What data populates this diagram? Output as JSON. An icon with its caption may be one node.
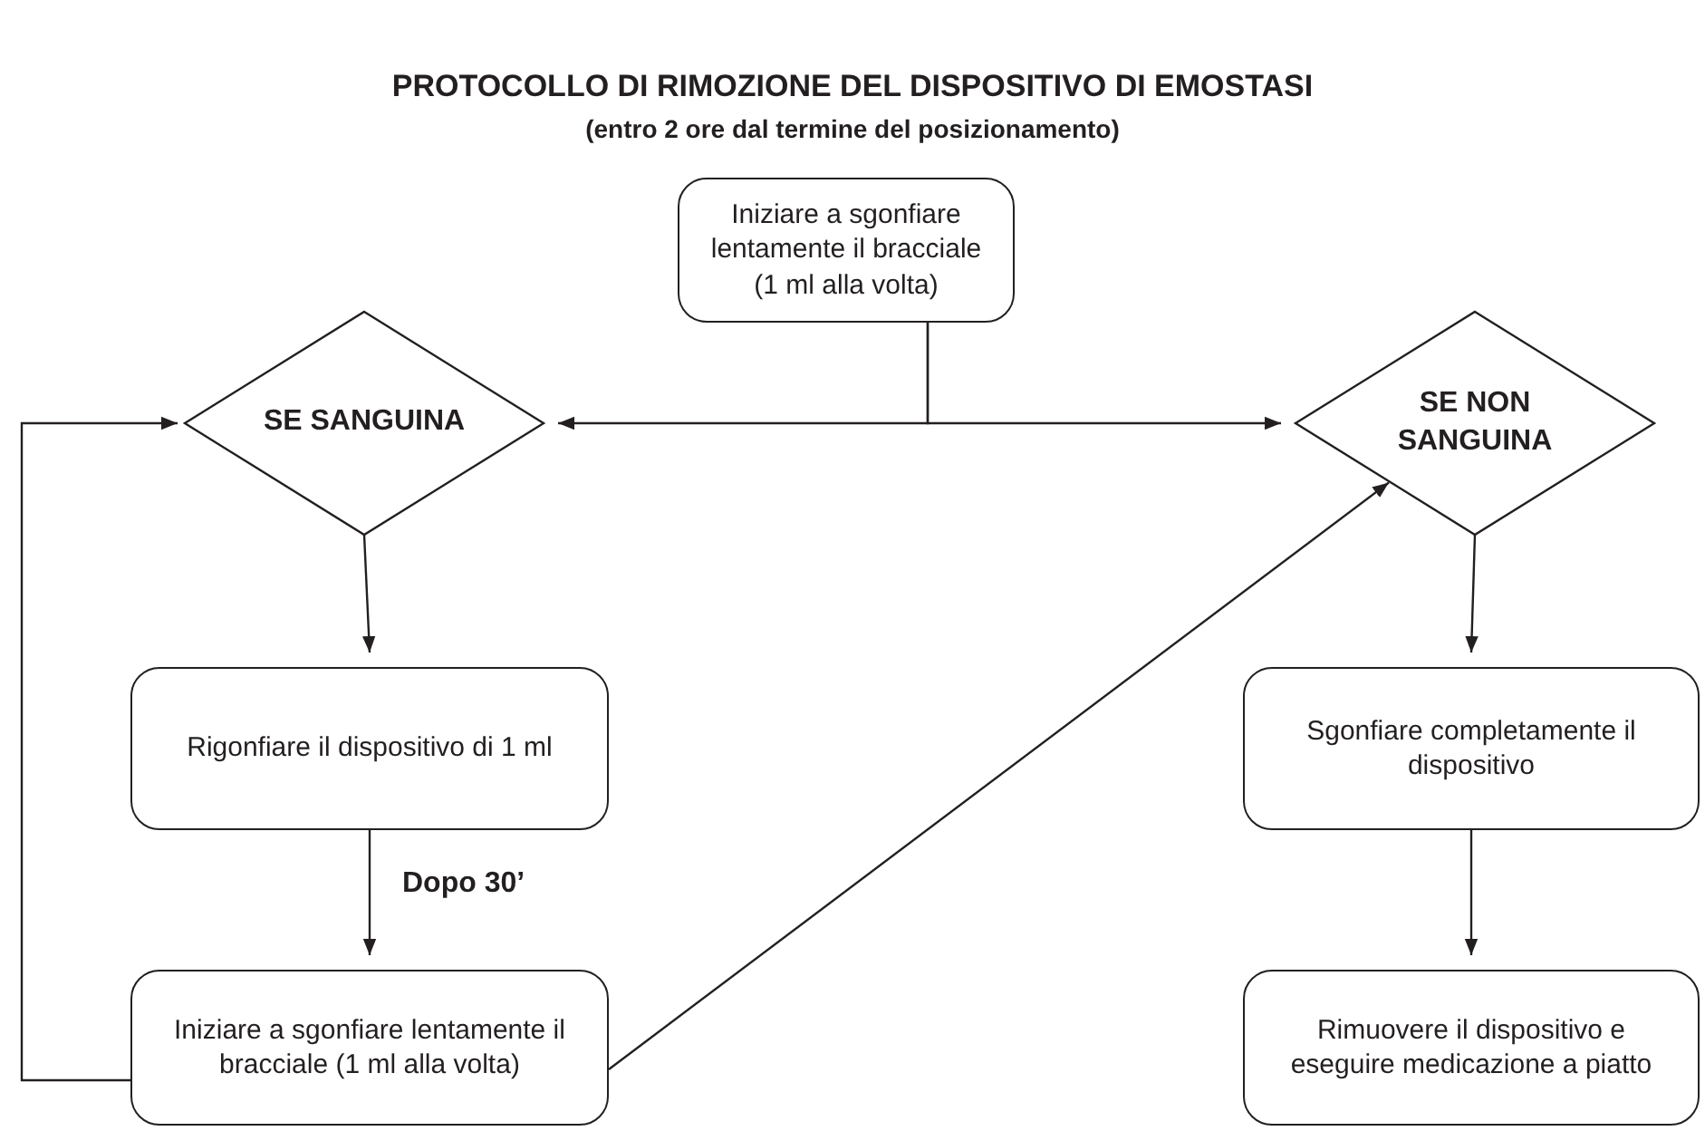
{
  "diagram": {
    "title": "PROTOCOLLO DI RIMOZIONE DEL DISPOSITIVO DI EMOSTASI",
    "caption": "(entro 2 ore dal termine del posizionamento)",
    "nodes": [
      {
        "text": [
          "Iniziare a sgonfiare lentamente il bracciale (1 ml alla volta)"
        ]
      },
      {
        "text": [
          "SE SANGUINA"
        ]
      },
      {
        "text": [
          "SE NON SANGUINA"
        ]
      },
      {
        "text": [
          "Rigonfiare il dispositivo di 1 ml"
        ]
      },
      {
        "text": [
          "Iniziare a sgonfiare lentamente il bracciale (1 ml alla volta)"
        ]
      },
      {
        "text": [
          "Sgonfiare completamente il dispositivo"
        ]
      },
      {
        "text": [
          "Rimuovere il dispositivo e eseguire medicazione a piatto"
        ]
      }
    ],
    "edges": [
      {
        "from": 0,
        "to": 1,
        "arrow": "to"
      },
      {
        "from": 0,
        "to": 2,
        "arrow": "to"
      },
      {
        "from": 1,
        "to": 3,
        "arrow": "to"
      },
      {
        "from": 3,
        "to": 4,
        "arrow": "to",
        "label": "Dopo 30’"
      },
      {
        "from": 4,
        "to": 1,
        "arrow": "to"
      },
      {
        "from": 4,
        "to": 2,
        "arrow": "to"
      },
      {
        "from": 2,
        "to": 5,
        "arrow": "to"
      },
      {
        "from": 5,
        "to": 6,
        "arrow": "to"
      }
    ]
  }
}
